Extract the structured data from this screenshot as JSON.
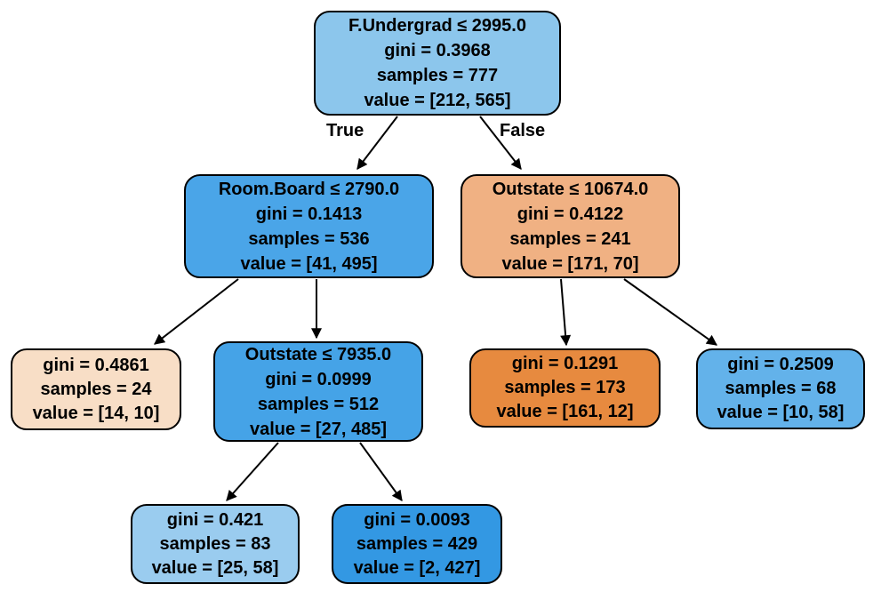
{
  "diagram": {
    "type": "decision-tree",
    "edge_labels": {
      "true_label": "True",
      "false_label": "False"
    },
    "colors": {
      "edge_stroke": "#000000",
      "node_border": "#000000",
      "text": "#000000",
      "class_blue": "#399de5",
      "class_orange": "#e58139"
    },
    "nodes": [
      {
        "id": "root",
        "condition": "F.Undergrad ≤ 2995.0",
        "gini": "gini = 0.3968",
        "samples": "samples = 777",
        "value": "value = [212, 565]",
        "fill": "#8CC6EC"
      },
      {
        "id": "room-board",
        "condition": "Room.Board ≤ 2790.0",
        "gini": "gini = 0.1413",
        "samples": "samples = 536",
        "value": "value = [41, 495]",
        "fill": "#4AA5E8"
      },
      {
        "id": "outstate-10674",
        "condition": "Outstate ≤ 10674.0",
        "gini": "gini = 0.4122",
        "samples": "samples = 241",
        "value": "value = [171, 70]",
        "fill": "#F0B183"
      },
      {
        "id": "leaf-gini-0-4861",
        "gini": "gini = 0.4861",
        "samples": "samples = 24",
        "value": "value = [14, 10]",
        "fill": "#F8DEC6"
      },
      {
        "id": "outstate-7935",
        "condition": "Outstate ≤ 7935.0",
        "gini": "gini = 0.0999",
        "samples": "samples = 512",
        "value": "value = [27, 485]",
        "fill": "#45A3E7"
      },
      {
        "id": "leaf-gini-0-1291",
        "gini": "gini = 0.1291",
        "samples": "samples = 173",
        "value": "value = [161, 12]",
        "fill": "#E78A3F"
      },
      {
        "id": "leaf-gini-0-2509",
        "gini": "gini = 0.2509",
        "samples": "samples = 68",
        "value": "value = [10, 58]",
        "fill": "#63B2EA"
      },
      {
        "id": "leaf-gini-0-421",
        "gini": "gini = 0.421",
        "samples": "samples = 83",
        "value": "value = [25, 58]",
        "fill": "#9ACCEF"
      },
      {
        "id": "leaf-gini-0-0093",
        "gini": "gini = 0.0093",
        "samples": "samples = 429",
        "value": "value = [2, 427]",
        "fill": "#3398E3"
      }
    ]
  }
}
